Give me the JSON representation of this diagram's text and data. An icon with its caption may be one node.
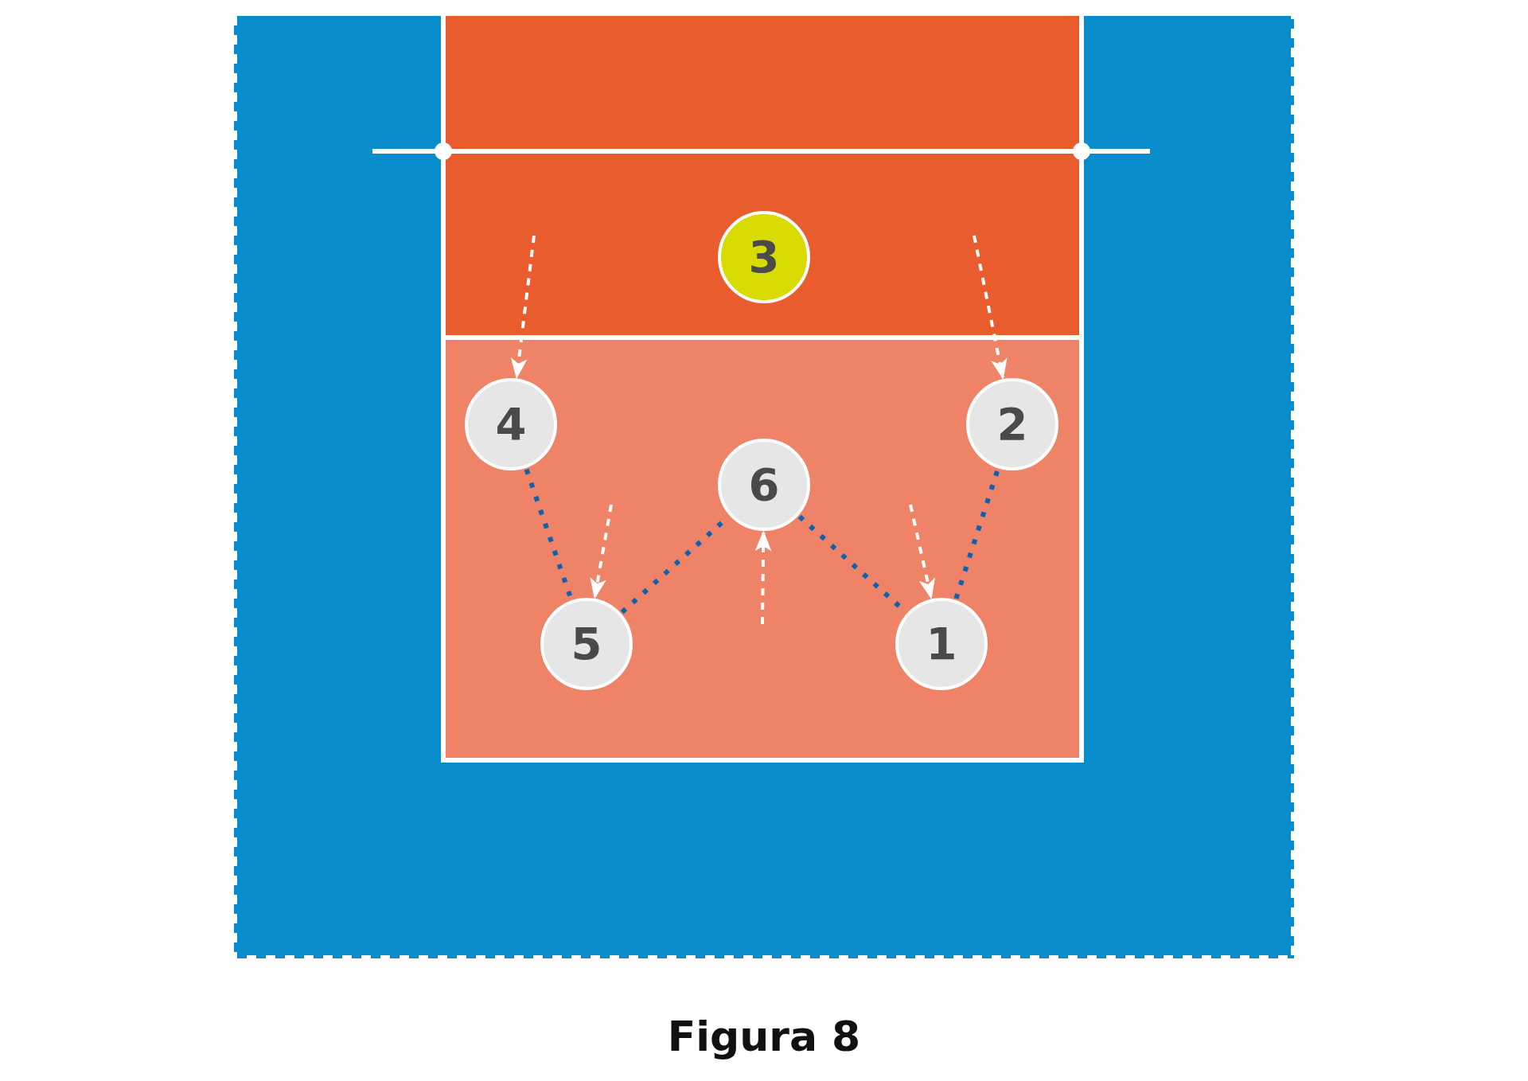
{
  "diagram": {
    "caption": "Figura 8",
    "nodes": [
      {
        "text": [
          "3"
        ]
      },
      {
        "text": [
          "4"
        ]
      },
      {
        "text": [
          "2"
        ]
      },
      {
        "text": [
          "6"
        ]
      },
      {
        "text": [
          "5"
        ]
      },
      {
        "text": [
          "1"
        ]
      }
    ],
    "edges": [
      {
        "from": null,
        "to": 1,
        "arrow": "to",
        "style": "dashed"
      },
      {
        "from": null,
        "to": 2,
        "arrow": "to",
        "style": "dashed"
      },
      {
        "from": 1,
        "to": 4,
        "arrow": "none",
        "style": "dashed",
        "color": "#0b62b0"
      },
      {
        "from": 4,
        "to": 3,
        "arrow": "none",
        "style": "dashed",
        "color": "#0b62b0"
      },
      {
        "from": 3,
        "to": 5,
        "arrow": "none",
        "style": "dashed",
        "color": "#0b62b0"
      },
      {
        "from": 5,
        "to": 2,
        "arrow": "none",
        "style": "dashed",
        "color": "#0b62b0"
      },
      {
        "from": null,
        "to": 4,
        "arrow": "to",
        "style": "dashed"
      },
      {
        "from": null,
        "to": 5,
        "arrow": "to",
        "style": "dashed"
      },
      {
        "from": null,
        "to": 3,
        "arrow": "to",
        "style": "dashed"
      }
    ]
  }
}
